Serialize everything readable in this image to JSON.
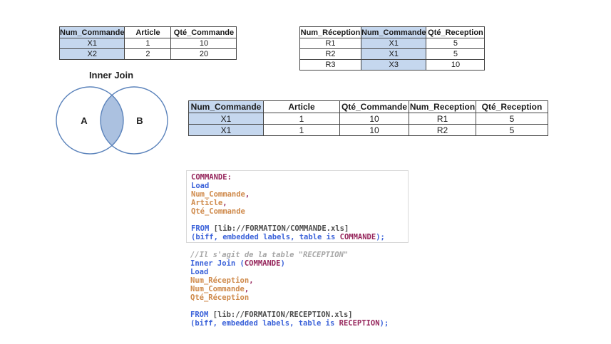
{
  "colors": {
    "highlight": "#c5d7ee",
    "border": "#454545",
    "venn_stroke": "#5b83bb",
    "venn_fill": "#abc1e0",
    "code_keyword": "#3b62d9",
    "code_table": "#96265c",
    "code_field": "#cf8a4b",
    "code_path": "#4d4d4d",
    "code_comment": "#a6a6a6"
  },
  "tables": {
    "commande": {
      "headers": [
        "Num_Commande",
        "Article",
        "Qté_Commande"
      ],
      "rows": [
        [
          "X1",
          "1",
          "10"
        ],
        [
          "X2",
          "2",
          "20"
        ]
      ],
      "highlight_col": 0
    },
    "reception": {
      "headers": [
        "Num_Réception",
        "Num_Commande",
        "Qté_Reception"
      ],
      "rows": [
        [
          "R1",
          "X1",
          "5"
        ],
        [
          "R2",
          "X1",
          "5"
        ],
        [
          "R3",
          "X3",
          "10"
        ]
      ],
      "highlight_col": 1
    },
    "result": {
      "headers": [
        "Num_Commande",
        "Article",
        "Qté_Commande",
        "Num_Reception",
        "Qté_Reception"
      ],
      "rows": [
        [
          "X1",
          "1",
          "10",
          "R1",
          "5"
        ],
        [
          "X1",
          "1",
          "10",
          "R2",
          "5"
        ]
      ],
      "highlight_col": 0
    }
  },
  "venn": {
    "title": "Inner Join",
    "left_label": "A",
    "right_label": "B"
  },
  "script_blocks": {
    "commande": [
      [
        {
          "t": "COMMANDE:",
          "c": "tbl"
        }
      ],
      [
        {
          "t": "Load",
          "c": "kw"
        }
      ],
      [
        {
          "t": "Num_Commande",
          "c": "fld"
        },
        {
          "t": ",",
          "c": "tbl"
        }
      ],
      [
        {
          "t": "Article",
          "c": "fld"
        },
        {
          "t": ",",
          "c": "tbl"
        }
      ],
      [
        {
          "t": "Qté_Commande",
          "c": "fld"
        }
      ],
      [],
      [
        {
          "t": "FROM",
          "c": "kw"
        },
        {
          "t": " [lib://FORMATION/COMMANDE.xls]",
          "c": "path"
        }
      ],
      [
        {
          "t": "(biff, embedded labels, table is ",
          "c": "kw"
        },
        {
          "t": "COMMANDE",
          "c": "tbl"
        },
        {
          "t": ");",
          "c": "kw"
        }
      ]
    ],
    "reception": [
      [
        {
          "t": "//Il s'agit de la table \"RECEPTION\"",
          "c": "cmt"
        }
      ],
      [
        {
          "t": "Inner Join (",
          "c": "kw"
        },
        {
          "t": "COMMANDE",
          "c": "tbl"
        },
        {
          "t": ")",
          "c": "kw"
        }
      ],
      [
        {
          "t": "Load",
          "c": "kw"
        }
      ],
      [
        {
          "t": "Num_Réception",
          "c": "fld"
        },
        {
          "t": ",",
          "c": "tbl"
        }
      ],
      [
        {
          "t": "Num_Commande",
          "c": "fld"
        },
        {
          "t": ",",
          "c": "tbl"
        }
      ],
      [
        {
          "t": "Qté_Réception",
          "c": "fld"
        }
      ],
      [],
      [
        {
          "t": "FROM",
          "c": "kw"
        },
        {
          "t": " [lib://FORMATION/RECEPTION.xls]",
          "c": "path"
        }
      ],
      [
        {
          "t": "(biff, embedded labels, table is ",
          "c": "kw"
        },
        {
          "t": "RECEPTION",
          "c": "tbl"
        },
        {
          "t": ");",
          "c": "kw"
        }
      ]
    ]
  }
}
